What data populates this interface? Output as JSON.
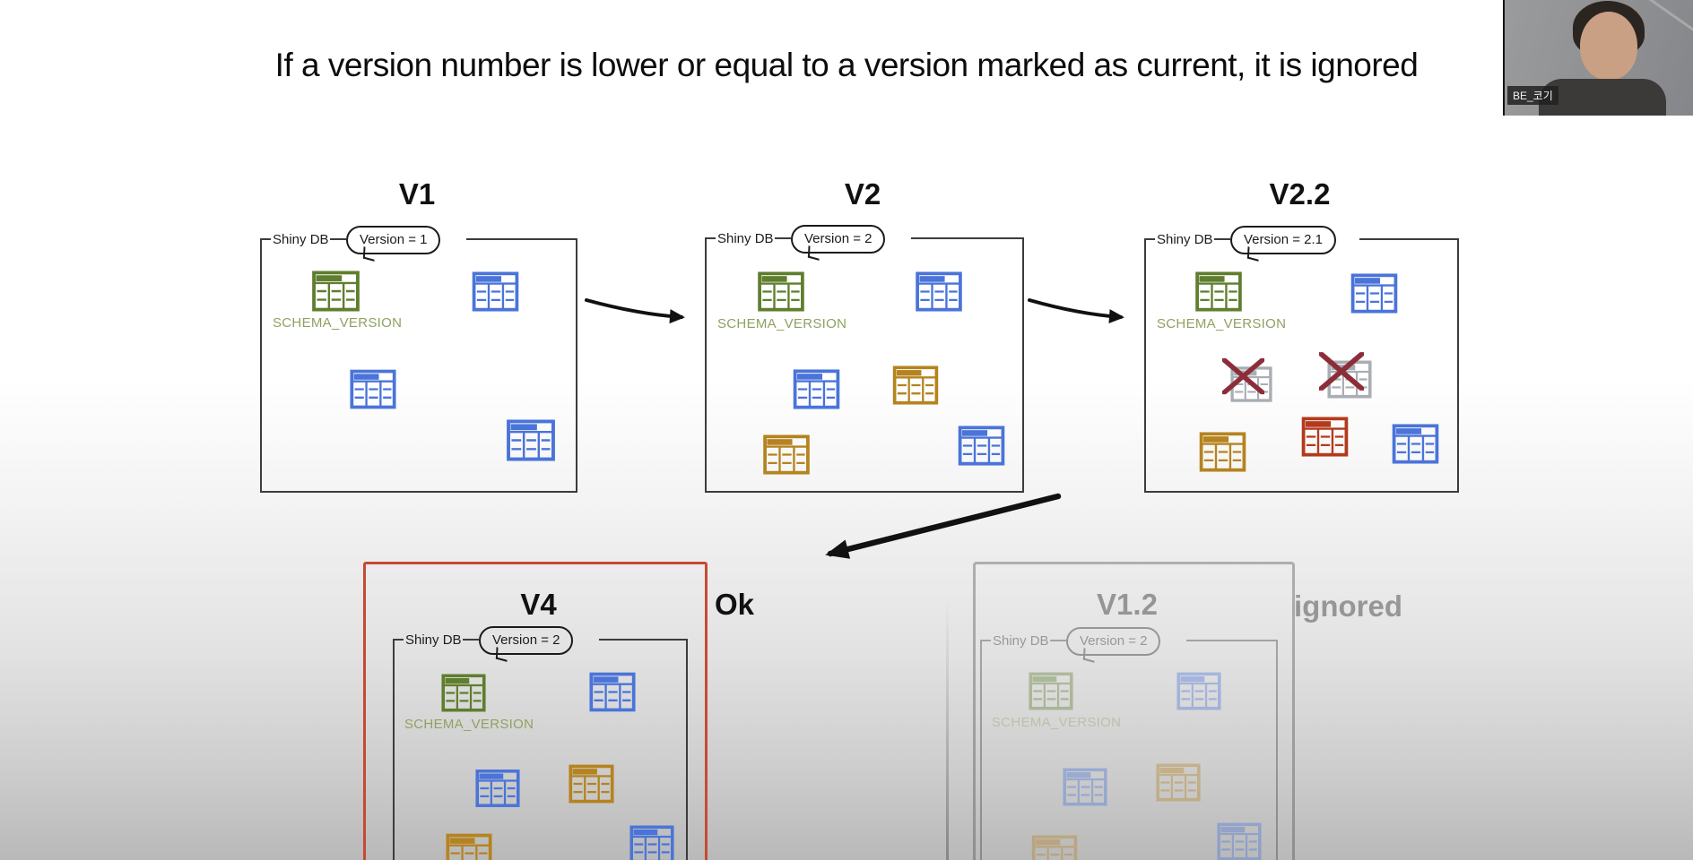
{
  "title": "If a version number is lower or equal to a version marked as current, it is ignored",
  "panels": {
    "v1": {
      "heading": "V1",
      "db_label": "Shiny DB",
      "version_badge": "Version = 1",
      "schema_table_label": "SCHEMA_VERSION"
    },
    "v2": {
      "heading": "V2",
      "db_label": "Shiny DB",
      "version_badge": "Version = 2",
      "schema_table_label": "SCHEMA_VERSION"
    },
    "v2_2": {
      "heading": "V2.2",
      "db_label": "Shiny DB",
      "version_badge": "Version = 2.1",
      "schema_table_label": "SCHEMA_VERSION"
    },
    "v4": {
      "heading": "V4",
      "db_label": "Shiny DB",
      "version_badge": "Version = 2",
      "schema_table_label": "SCHEMA_VERSION",
      "status_label": "Ok"
    },
    "v1_2": {
      "heading": "V1.2",
      "db_label": "Shiny DB",
      "version_badge": "Version = 2",
      "schema_table_label": "SCHEMA_VERSION",
      "status_label": "ignored"
    }
  },
  "webcam": {
    "name_label": "BE_코기"
  },
  "colors": {
    "table_green": "#5f7e2e",
    "table_blue": "#4a74d9",
    "table_orange": "#b5831f",
    "table_red": "#b23a1c",
    "table_gray": "#a9aeb4",
    "cross_red": "#8c2e3a",
    "highlight_box_red": "#c64a33",
    "schema_label_green": "#8fa161"
  }
}
